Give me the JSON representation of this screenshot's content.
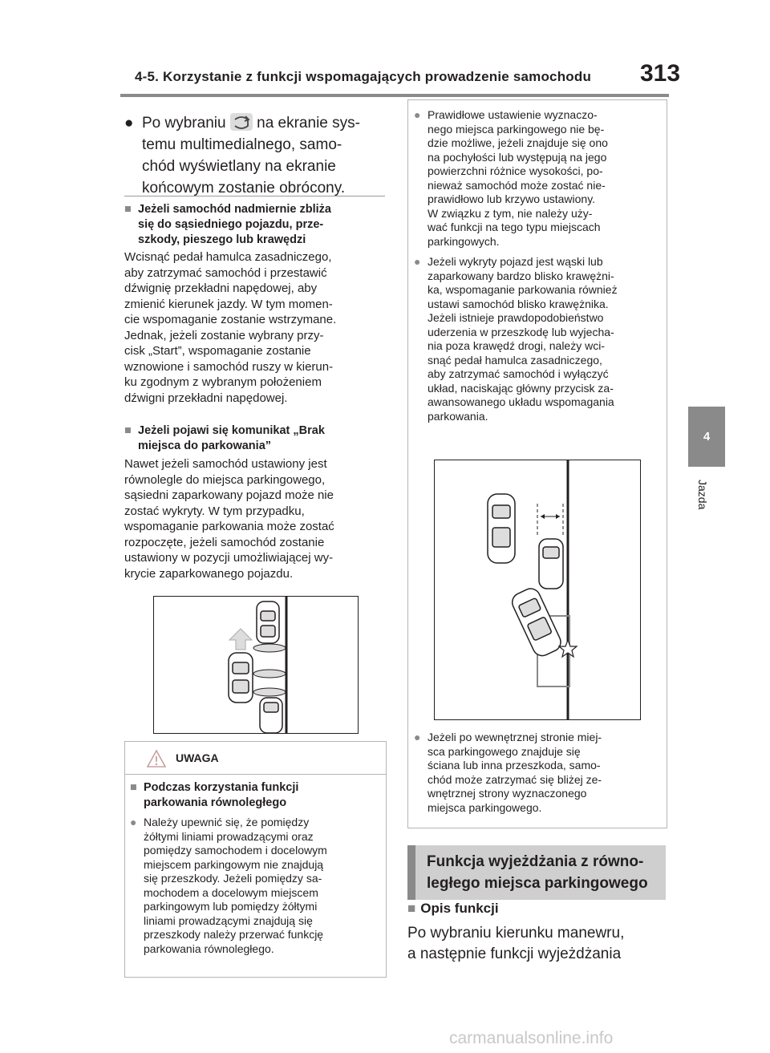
{
  "header": {
    "title": "4-5. Korzystanie z funkcji wspomagających prowadzenie samochodu",
    "page_number": "313"
  },
  "side_tab": {
    "number": "4",
    "label": "Jazda"
  },
  "left": {
    "bullet1_pre": "Po wybraniu",
    "bullet1_post": " na ekranie sys-",
    "bullet1_lines": [
      "temu multimedialnego, samo-",
      "chód wyświetlany na ekranie",
      "końcowym zostanie obrócony."
    ],
    "section1_heading": [
      "Jeżeli samochód nadmiernie zbliża",
      "się do sąsiedniego pojazdu, prze-",
      "szkody, pieszego lub krawędzi"
    ],
    "section1_body": [
      "Wcisnąć pedał hamulca zasadniczego,",
      "aby zatrzymać samochód i przestawić",
      "dźwignię przekładni napędowej, aby",
      "zmienić kierunek jazdy. W tym momen-",
      "cie wspomaganie zostanie wstrzymane.",
      "Jednak, jeżeli zostanie wybrany przy-",
      "cisk „Start”, wspomaganie zostanie",
      "wznowione i samochód ruszy w kierun-",
      "ku zgodnym z wybranym położeniem",
      "dźwigni przekładni napędowej."
    ],
    "section2_heading": [
      "Jeżeli pojawi się komunikat „Brak",
      "miejsca do parkowania”"
    ],
    "section2_body": [
      "Nawet jeżeli samochód ustawiony jest",
      "równolegle do miejsca parkingowego,",
      "sąsiedni zaparkowany pojazd może nie",
      "zostać wykryty. W tym przypadku,",
      "wspomaganie parkowania może zostać",
      "rozpoczęte, jeżeli samochód zostanie",
      "ustawiony w pozycji umożliwiającej wy-",
      "krycie zaparkowanego pojazdu."
    ]
  },
  "warning": {
    "title": "UWAGA",
    "heading": [
      "Podczas korzystania funkcji",
      "parkowania równoległego"
    ],
    "body": [
      "Należy upewnić się, że pomiędzy",
      "żółtymi liniami prowadzącymi oraz",
      "pomiędzy samochodem i docelowym",
      "miejscem parkingowym nie znajdują",
      "się przeszkody. Jeżeli pomiędzy sa-",
      "mochodem a docelowym miejscem",
      "parkingowym lub pomiędzy żółtymi",
      "liniami prowadzącymi znajdują się",
      "przeszkody należy przerwać funkcję",
      "parkowania równoległego."
    ]
  },
  "right_box": {
    "b1": [
      "Prawidłowe ustawienie wyznaczo-",
      "nego miejsca parkingowego nie bę-",
      "dzie możliwe, jeżeli znajduje się ono",
      "na pochyłości lub występują na jego",
      "powierzchni różnice wysokości, po-",
      "nieważ samochód może zostać nie-",
      "prawidłowo lub krzywo ustawiony.",
      "W związku z tym, nie należy uży-",
      "wać funkcji na tego typu miejscach",
      "parkingowych."
    ],
    "b2": [
      "Jeżeli wykryty pojazd jest wąski lub",
      "zaparkowany bardzo blisko krawężni-",
      "ka, wspomaganie parkowania również",
      "ustawi samochód blisko krawężnika.",
      "Jeżeli istnieje prawdopodobieństwo",
      "uderzenia w przeszkodę lub wyjecha-",
      "nia poza krawędź drogi, należy wci-",
      "snąć pedał hamulca zasadniczego,",
      "aby zatrzymać samochód i wyłączyć",
      "układ, naciskając główny przycisk za-",
      "awansowanego układu wspomagania",
      "parkowania."
    ],
    "b3": [
      "Jeżeli po wewnętrznej stronie miej-",
      "sca parkingowego znajduje się",
      "ściana lub inna przeszkoda, samo-",
      "chód może zatrzymać się bliżej ze-",
      "wnętrznej strony wyznaczonego",
      "miejsca parkingowego."
    ]
  },
  "section_banner": [
    "Funkcja wyjeżdżania z równo-",
    "ległego miejsca parkingowego"
  ],
  "opis": {
    "heading": "Opis funkcji",
    "body": [
      "Po wybraniu kierunku manewru,",
      "a następnie funkcji wyjeżdżania"
    ]
  },
  "watermark": "carmanualsonline.info"
}
